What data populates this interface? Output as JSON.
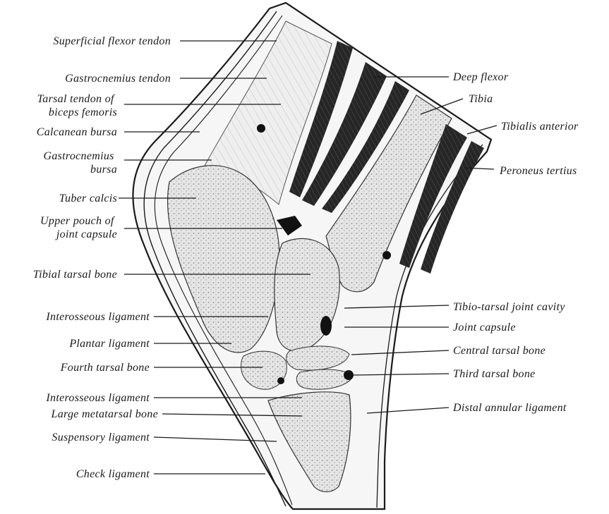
{
  "labels_left": [
    {
      "id": "superficial-flexor-tendon",
      "lines": [
        "Superficial flexor tendon"
      ]
    },
    {
      "id": "gastrocnemius-tendon",
      "lines": [
        "Gastrocnemius tendon"
      ]
    },
    {
      "id": "tarsal-tendon-biceps-femoris",
      "lines": [
        "Tarsal tendon of",
        "biceps femoris"
      ]
    },
    {
      "id": "calcanean-bursa",
      "lines": [
        "Calcanean bursa"
      ]
    },
    {
      "id": "gastrocnemius-bursa",
      "lines": [
        "Gastrocnemius",
        "bursa"
      ]
    },
    {
      "id": "tuber-calcis",
      "lines": [
        "Tuber calcis"
      ]
    },
    {
      "id": "upper-pouch-joint-capsule",
      "lines": [
        "Upper pouch of",
        "joint capsule"
      ]
    },
    {
      "id": "tibial-tarsal-bone",
      "lines": [
        "Tibial tarsal bone"
      ]
    },
    {
      "id": "interosseous-ligament-upper",
      "lines": [
        "Interosseous ligament"
      ]
    },
    {
      "id": "plantar-ligament",
      "lines": [
        "Plantar ligament"
      ]
    },
    {
      "id": "fourth-tarsal-bone",
      "lines": [
        "Fourth tarsal bone"
      ]
    },
    {
      "id": "interosseous-ligament-lower",
      "lines": [
        "Interosseous ligament"
      ]
    },
    {
      "id": "large-metatarsal-bone",
      "lines": [
        "Large metatarsal bone"
      ]
    },
    {
      "id": "suspensory-ligament",
      "lines": [
        "Suspensory ligament"
      ]
    },
    {
      "id": "check-ligament",
      "lines": [
        "Check ligament"
      ]
    }
  ],
  "labels_right": [
    {
      "id": "deep-flexor",
      "lines": [
        "Deep flexor"
      ]
    },
    {
      "id": "tibia",
      "lines": [
        "Tibia"
      ]
    },
    {
      "id": "tibialis-anterior",
      "lines": [
        "Tibialis anterior"
      ]
    },
    {
      "id": "peroneus-tertius",
      "lines": [
        "Peroneus tertius"
      ]
    },
    {
      "id": "tibio-tarsal-joint-cavity",
      "lines": [
        "Tibio-tarsal joint cavity"
      ]
    },
    {
      "id": "joint-capsule",
      "lines": [
        "Joint capsule"
      ]
    },
    {
      "id": "central-tarsal-bone",
      "lines": [
        "Central tarsal bone"
      ]
    },
    {
      "id": "third-tarsal-bone",
      "lines": [
        "Third tarsal bone"
      ]
    },
    {
      "id": "distal-annular-ligament",
      "lines": [
        "Distal annular ligament"
      ]
    }
  ]
}
